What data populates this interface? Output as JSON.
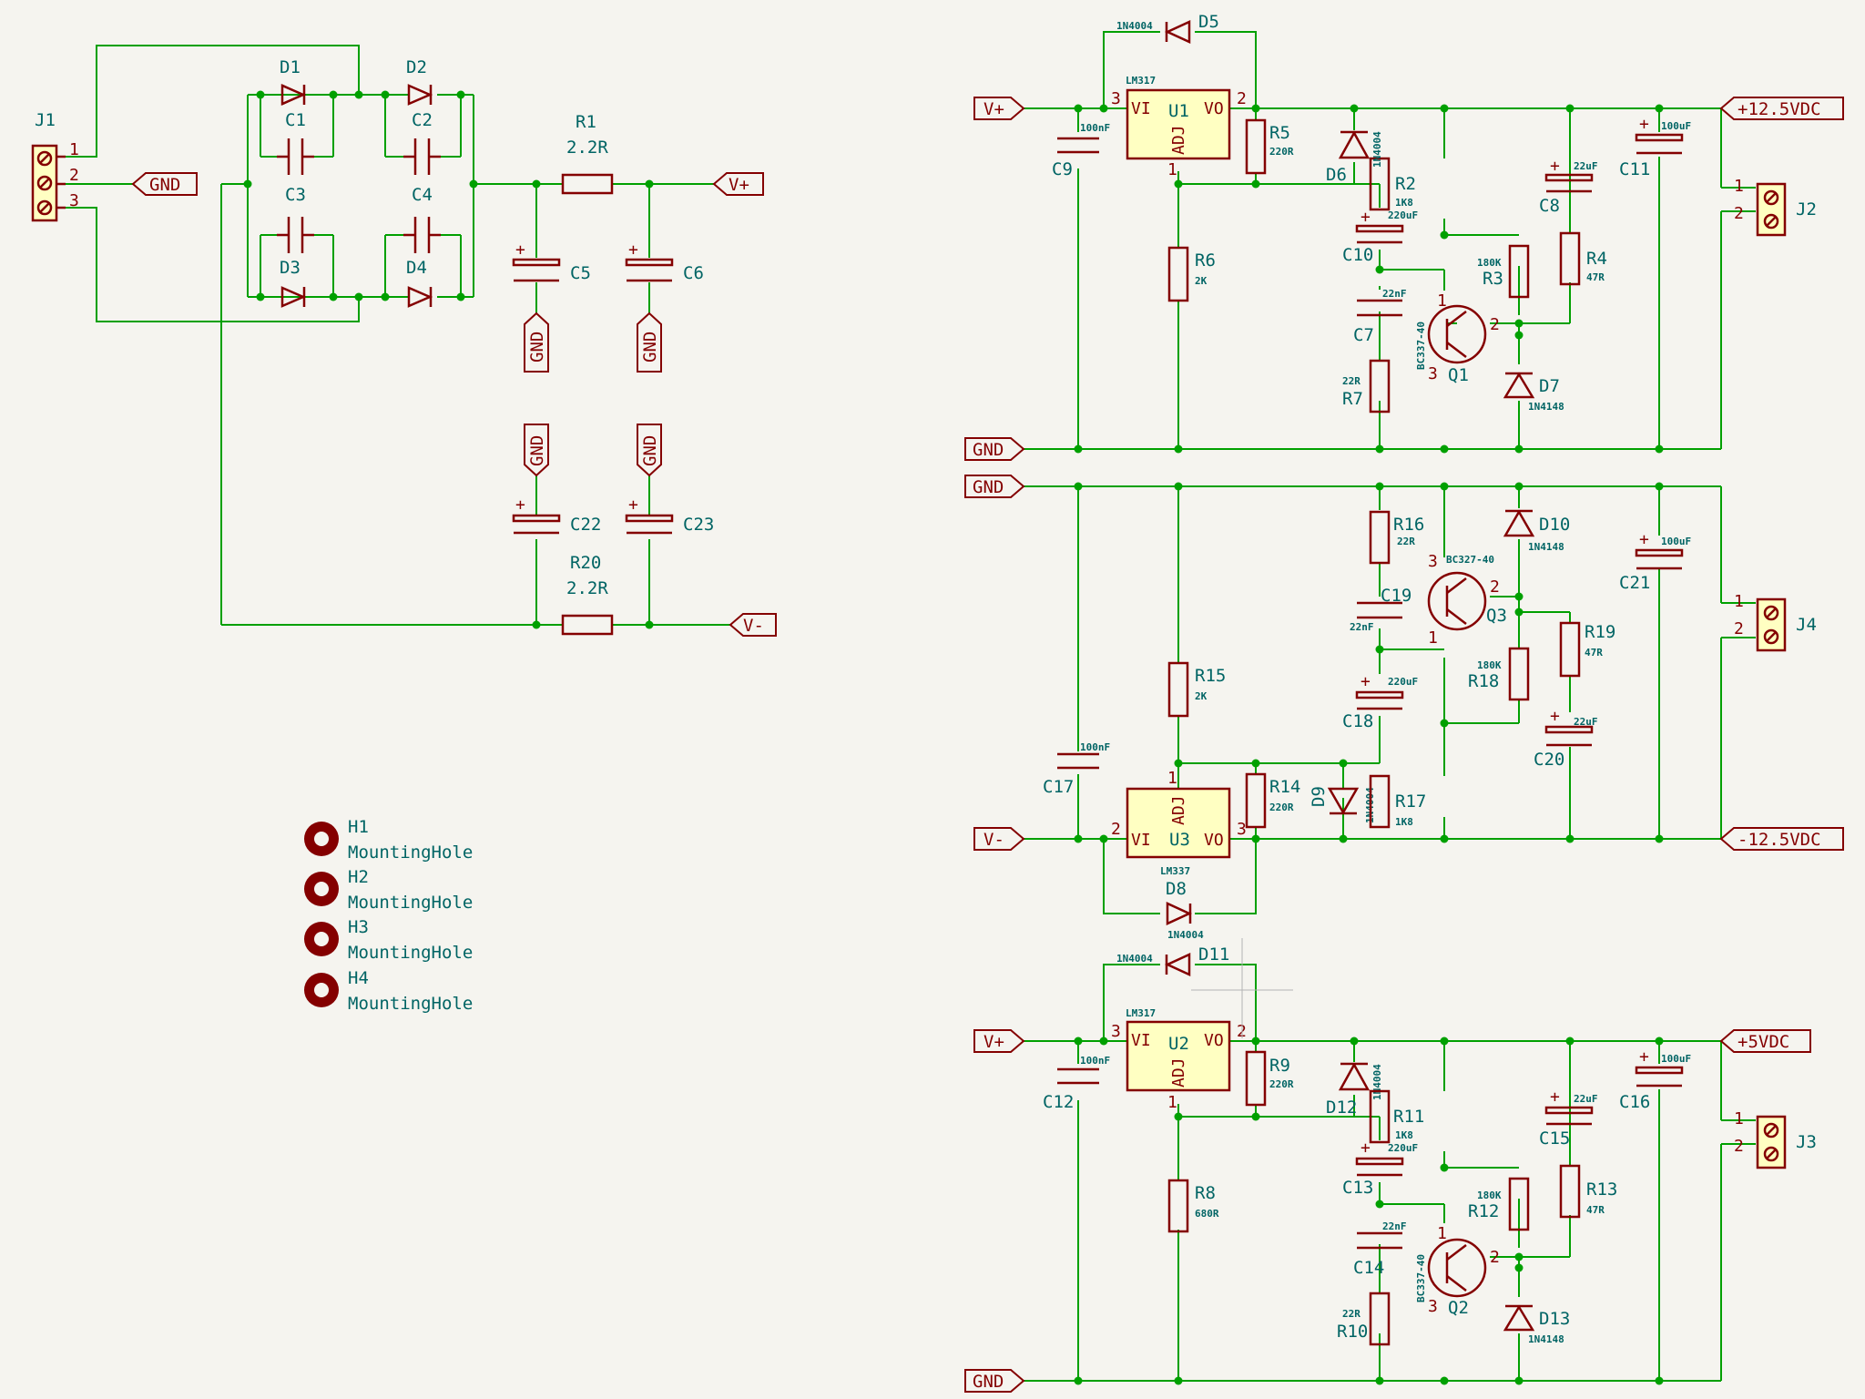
{
  "labels": {
    "power": [
      "GND",
      "V+",
      "GND",
      "GND",
      "GND",
      "GND",
      "V-",
      "V+",
      "GND",
      "GND",
      "V-",
      "V+",
      "GND"
    ],
    "outputs": [
      "+12.5VDC",
      "-12.5VDC",
      "+5VDC"
    ]
  },
  "references": {
    "J1": "J1",
    "J2": "J2",
    "J3": "J3",
    "J4": "J4",
    "D1": "D1",
    "D2": "D2",
    "D3": "D3",
    "D4": "D4",
    "D5": "D5",
    "D6": "D6",
    "D7": "D7",
    "D8": "D8",
    "D9": "D9",
    "D10": "D10",
    "D11": "D11",
    "D12": "D12",
    "D13": "D13",
    "C1": "C1",
    "C2": "C2",
    "C3": "C3",
    "C4": "C4",
    "C5": "C5",
    "C6": "C6",
    "C7": "C7",
    "C8": "C8",
    "C9": "C9",
    "C10": "C10",
    "C11": "C11",
    "C12": "C12",
    "C13": "C13",
    "C14": "C14",
    "C15": "C15",
    "C16": "C16",
    "C17": "C17",
    "C18": "C18",
    "C19": "C19",
    "C20": "C20",
    "C21": "C21",
    "C22": "C22",
    "C23": "C23",
    "R1": "R1",
    "R2": "R2",
    "R3": "R3",
    "R4": "R4",
    "R5": "R5",
    "R6": "R6",
    "R7": "R7",
    "R8": "R8",
    "R9": "R9",
    "R10": "R10",
    "R11": "R11",
    "R12": "R12",
    "R13": "R13",
    "R14": "R14",
    "R15": "R15",
    "R16": "R16",
    "R17": "R17",
    "R18": "R18",
    "R19": "R19",
    "R20": "R20",
    "U1": "U1",
    "U2": "U2",
    "U3": "U3",
    "Q1": "Q1",
    "Q2": "Q2",
    "Q3": "Q3",
    "H1": "H1",
    "H2": "H2",
    "H3": "H3",
    "H4": "H4"
  },
  "values": {
    "R1": "2.2R",
    "R20": "2.2R",
    "hole": "MountingHole",
    "U1": "LM317",
    "U2": "LM317",
    "U3": "LM337",
    "D5": "1N4004",
    "D6": "1N4004",
    "D8": "1N4004",
    "D9": "1N4004",
    "D11": "1N4004",
    "D12": "1N4004",
    "D7": "1N4148",
    "D10": "1N4148",
    "D13": "1N4148",
    "Q1": "BC337-40",
    "Q2": "BC337-40",
    "Q3": "BC327-40",
    "C9": "100nF",
    "C12": "100nF",
    "C17": "100nF",
    "C10": "220uF",
    "C13": "220uF",
    "C18": "220uF",
    "C7": "22nF",
    "C14": "22nF",
    "C19": "22nF",
    "C8": "22uF",
    "C15": "22uF",
    "C20": "22uF",
    "C11": "100uF",
    "C16": "100uF",
    "C21": "100uF",
    "R5": "220R",
    "R9": "220R",
    "R14": "220R",
    "R6": "2K",
    "R15": "2K",
    "R8": "680R",
    "R2": "1K8",
    "R11": "1K8",
    "R17": "1K8",
    "R3": "180K",
    "R12": "180K",
    "R18": "180K",
    "R4": "47R",
    "R13": "47R",
    "R19": "47R",
    "R7": "22R",
    "R10": "22R",
    "R16": "22R"
  },
  "pins": {
    "p1": "1",
    "p2": "2",
    "p3": "3",
    "vi": "VI",
    "vo": "VO",
    "adj": "ADJ"
  },
  "colors": {
    "wire": "#00a000",
    "body": "#840000",
    "text": "#006464",
    "ic_fill": "#ffffc2",
    "background": "#f5f4ef"
  }
}
